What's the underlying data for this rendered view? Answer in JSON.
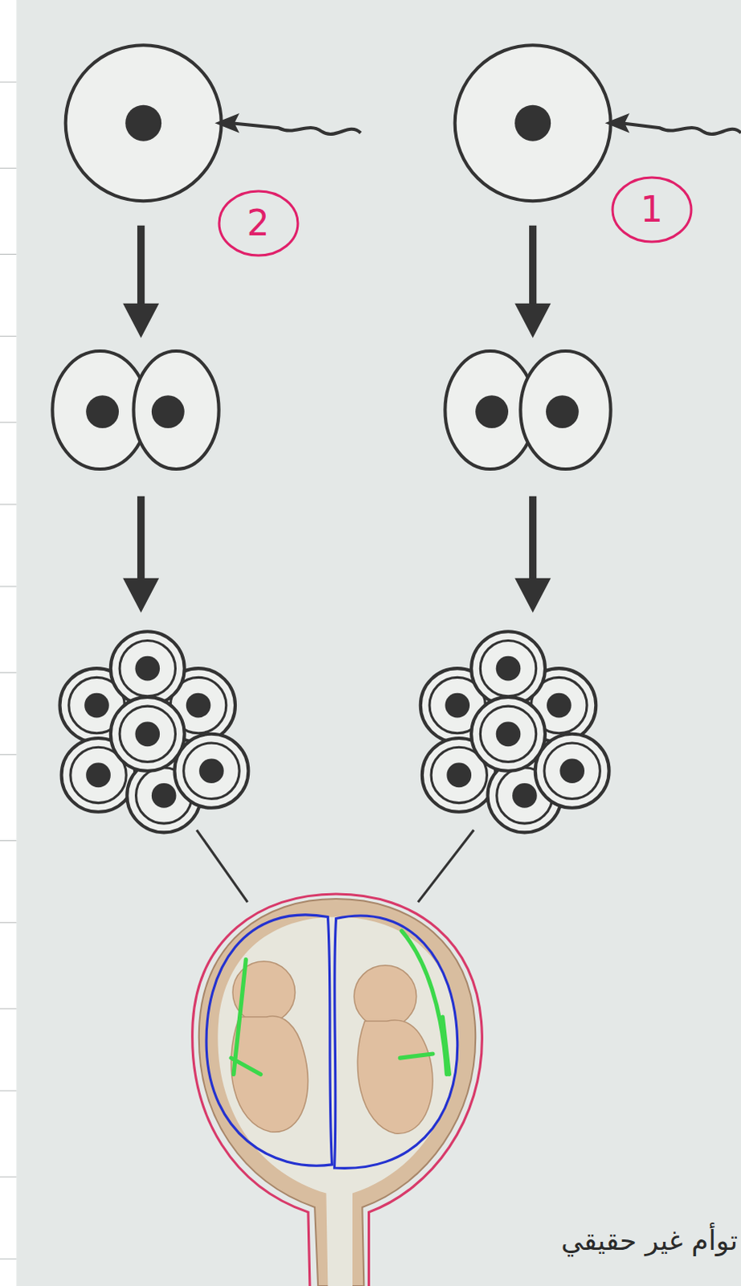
{
  "diagram": {
    "caption": "توأم غير حقيقي",
    "nodes": [
      {
        "text": [
          "1"
        ]
      },
      {
        "text": [
          "2"
        ]
      }
    ]
  }
}
